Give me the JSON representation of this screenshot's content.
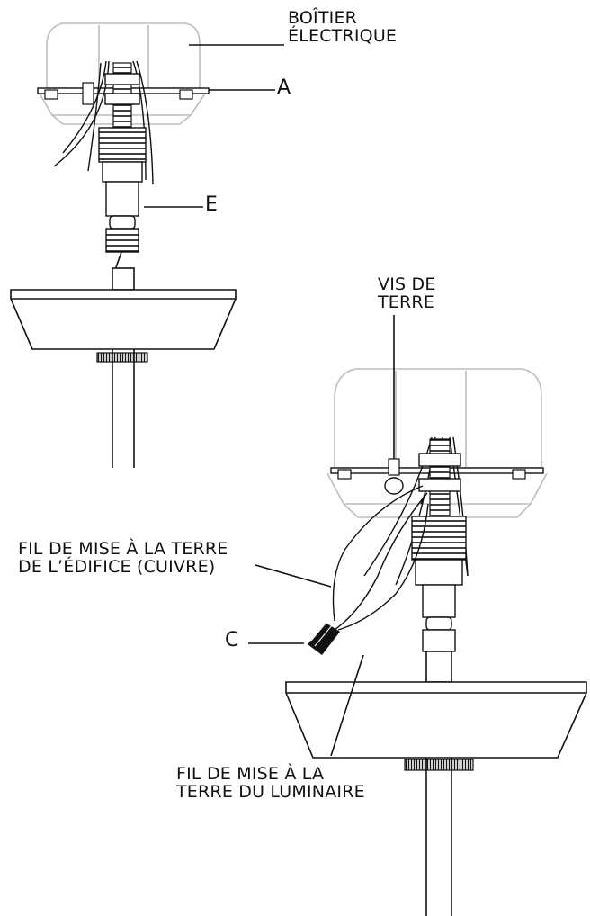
{
  "labels": {
    "electrical_box": [
      "BOÎTIER",
      "ÉLECTRIQUE"
    ],
    "a": "A",
    "e": "E",
    "ground_screw": [
      "VIS DE",
      "TERRE"
    ],
    "building_ground_wire": [
      "FIL DE MISE À LA TERRE",
      "DE L’ÉDIFICE (CUIVRE)"
    ],
    "c": "C",
    "fixture_ground_wire": [
      "FIL DE MISE À LA",
      "TERRE DU LUMINAIRE"
    ]
  },
  "colors": {
    "line": "#1a1a1a",
    "box_outline": "#bdbdbd",
    "background": "#ffffff"
  }
}
